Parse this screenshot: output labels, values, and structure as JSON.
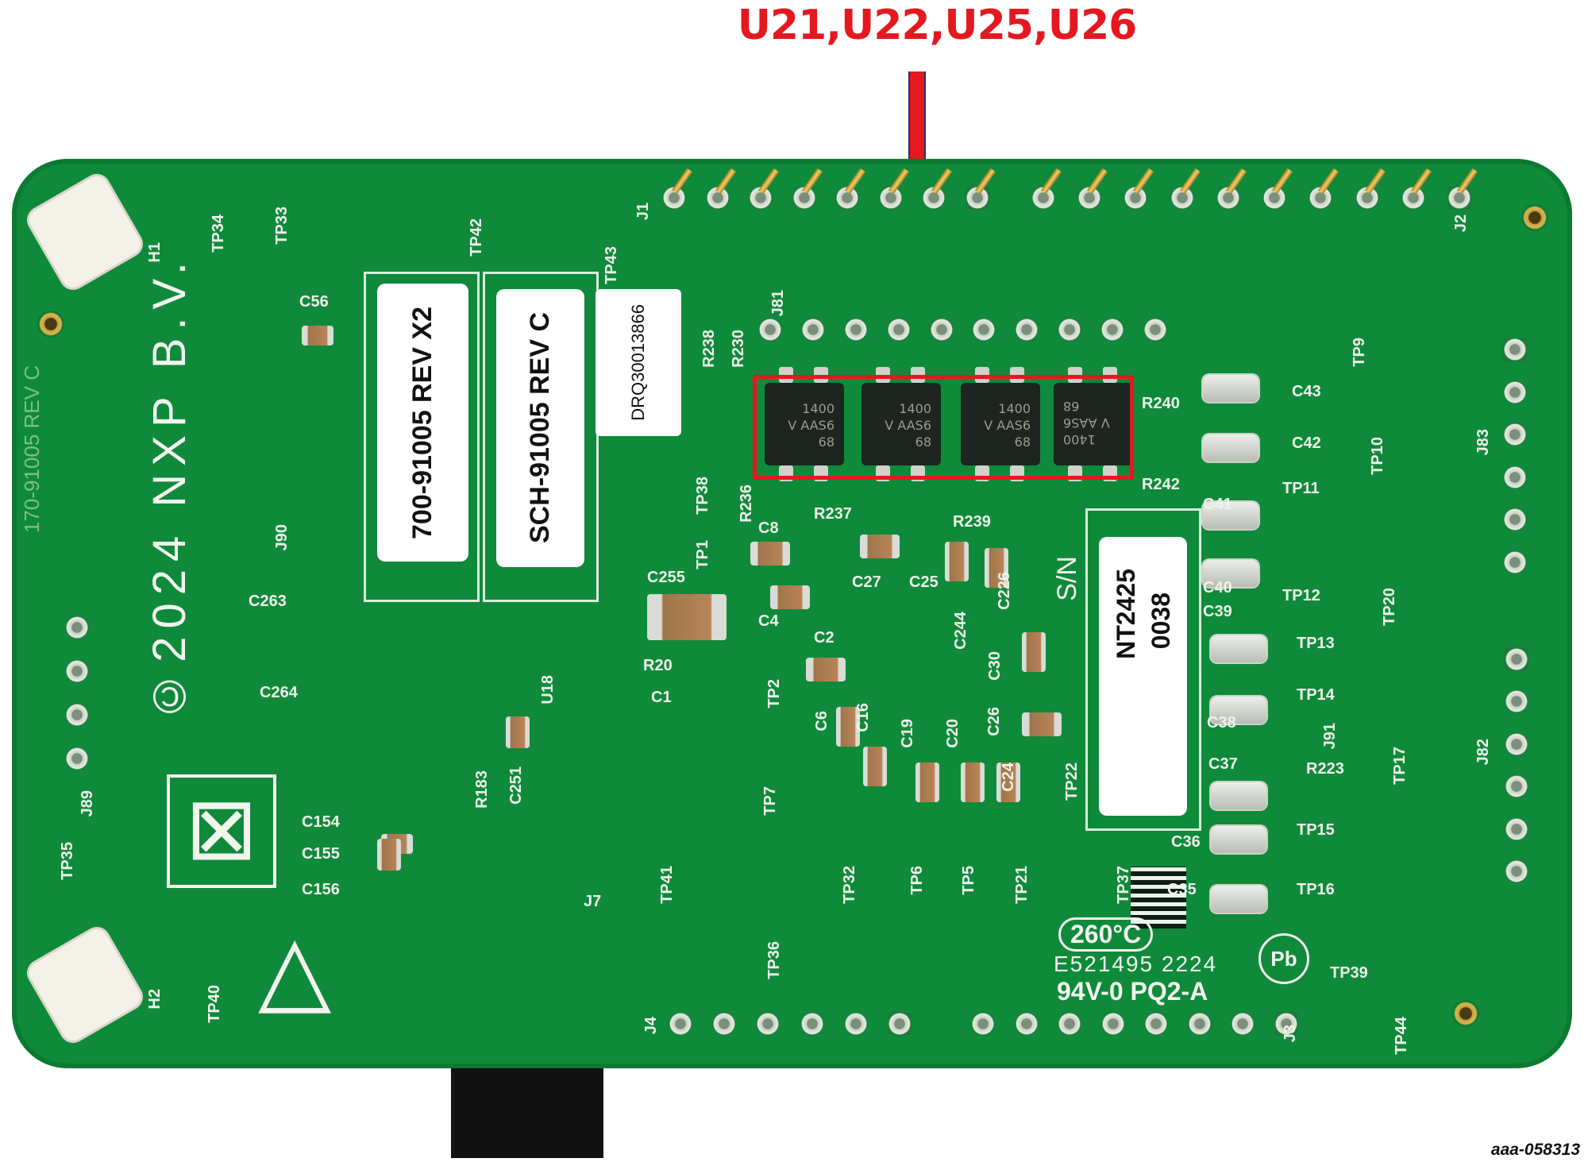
{
  "annotation": {
    "title": "U21,U22,U25,U26",
    "callout_color": "#e3191f",
    "footer_id": "aaa-058313"
  },
  "board": {
    "color": "#0f8a3a",
    "labels": {
      "assembly": "700-91005 REV X2",
      "schematic": "SCH-91005 REV C",
      "drq": "DRQ30013866",
      "copyright": "©2024 NXP B.V.",
      "pcb_rev": "170-91005 REV C",
      "sn_prefix": "S/N",
      "serial_line1": "NT2425",
      "serial_line2": "0038",
      "temp": "260°C",
      "ul_code": "E521495 2224",
      "flammability": "94V-0 PQ2-A"
    },
    "chips": [
      {
        "ref": "U21",
        "marking": [
          "1400",
          "V AAS6",
          "68"
        ]
      },
      {
        "ref": "U22",
        "marking": [
          "1400",
          "V AAS6",
          "68"
        ]
      },
      {
        "ref": "U25",
        "marking": [
          "1400",
          "V AAS6",
          "68"
        ]
      },
      {
        "ref": "U26",
        "marking": [
          "1400",
          "V AAS6",
          "68"
        ]
      }
    ],
    "refdes": [
      "TP34",
      "TP33",
      "H1",
      "TP42",
      "TP43",
      "J1",
      "J2",
      "C56",
      "R238",
      "R230",
      "J81",
      "R240",
      "C43",
      "TP9",
      "C42",
      "TP10",
      "J83",
      "R242",
      "TP11",
      "C41",
      "R236",
      "TP38",
      "R237",
      "R239",
      "C8",
      "TP1",
      "C27",
      "C25",
      "C226",
      "C40",
      "TP12",
      "TP20",
      "C255",
      "C4",
      "C244",
      "C39",
      "TP13",
      "J90",
      "C263",
      "U18",
      "R20",
      "C1",
      "C2",
      "C30",
      "C38",
      "TP14",
      "J82",
      "C264",
      "TP2",
      "C6",
      "C16",
      "C19",
      "C20",
      "C26",
      "J91",
      "R223",
      "TP17",
      "C37",
      "R183",
      "C251",
      "TP7",
      "C24",
      "TP22",
      "C36",
      "TP15",
      "J89",
      "C154",
      "C155",
      "C156",
      "TP35",
      "J7",
      "TP41",
      "TP32",
      "TP6",
      "TP5",
      "TP21",
      "TP37",
      "C35",
      "TP16",
      "TP36",
      "TP39",
      "H2",
      "TP40",
      "J4",
      "J3",
      "TP44"
    ]
  }
}
